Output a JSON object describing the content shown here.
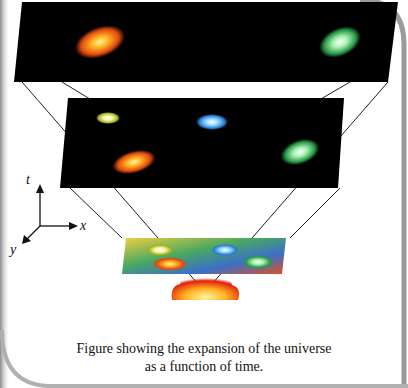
{
  "diagram": {
    "caption": "Figure showing the expansion of the universe as a function of time.",
    "labels": [
      "t",
      "x",
      "y"
    ]
  }
}
